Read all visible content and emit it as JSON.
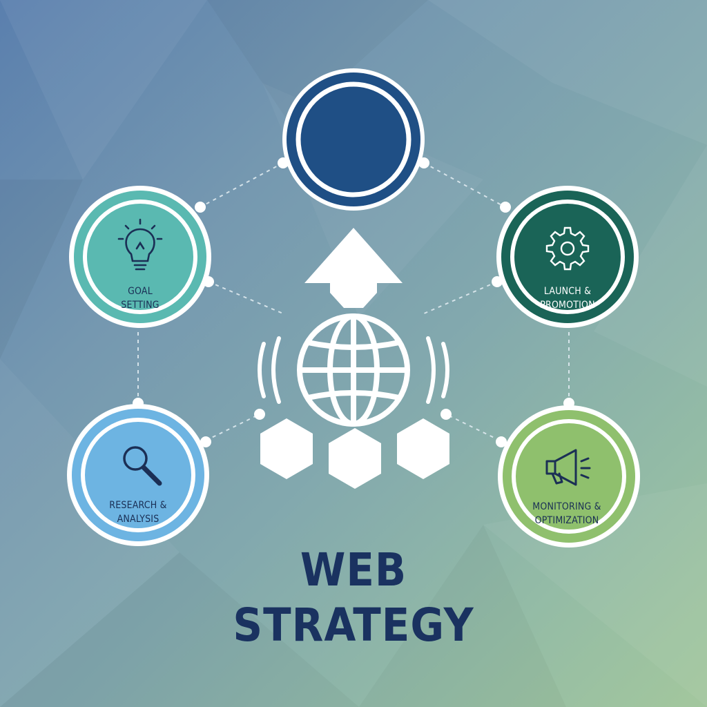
{
  "title": {
    "line1": "WEB",
    "line2": "STRATEGY"
  },
  "nodes": {
    "top": {
      "label1": "",
      "label2": "",
      "color": "#1f4f85"
    },
    "goal": {
      "label1": "GOAL",
      "label2": "SETTING",
      "color": "#5ab9b1",
      "icon": "lightbulb-icon"
    },
    "launch": {
      "label1": "LAUNCH &",
      "label2": "PROMOTION",
      "color": "#1a6457",
      "icon": "gear-icon"
    },
    "research": {
      "label1": "RESEARCH &",
      "label2": "ANALYSIS",
      "color": "#6db4e2",
      "icon": "magnifier-icon"
    },
    "monitoring": {
      "label1": "MONITORING &",
      "label2": "OPTIMIZATION",
      "color": "#8fc06d",
      "icon": "megaphone-icon"
    }
  },
  "center": {
    "icons": [
      "up-arrow-icon",
      "globe-icon",
      "signal-wave-icon",
      "hexagon-icon"
    ]
  },
  "colors": {
    "title": "#1a3260",
    "connector": "#dfeaf0",
    "ring": "#ffffff"
  }
}
